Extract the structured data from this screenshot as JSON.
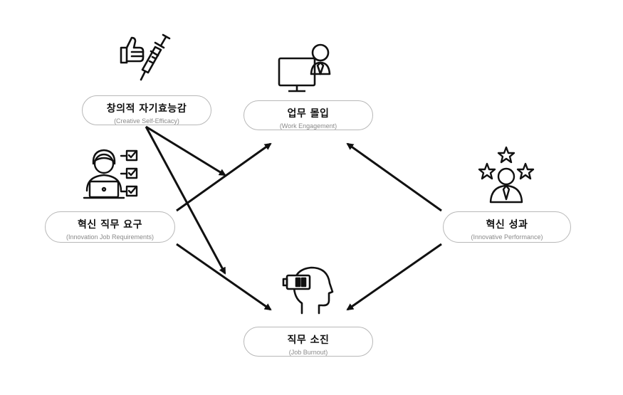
{
  "nodes": {
    "creative_self_efficacy": {
      "ko": "창의적 자기효능감",
      "en": "(Creative Self-Efficacy)"
    },
    "work_engagement": {
      "ko": "업무 몰입",
      "en": "(Work Engagement)"
    },
    "innovation_job_requirements": {
      "ko": "혁신 직무 요구",
      "en": "(Innovation Job Requirements)"
    },
    "innovative_performance": {
      "ko": "혁신 성과",
      "en": "(Innovative Performance)"
    },
    "job_burnout": {
      "ko": "직무 소진",
      "en": "(Job Burnout)"
    }
  },
  "icons": {
    "creative_self_efficacy": "thumbs-up-syringe-icon",
    "work_engagement": "computer-user-icon",
    "innovation_job_requirements": "person-laptop-checklist-icon",
    "innovative_performance": "person-stars-icon",
    "job_burnout": "head-low-battery-icon"
  },
  "colors": {
    "line": "#111111",
    "border": "#b8b8b8",
    "subtext": "#8a8a8a"
  }
}
